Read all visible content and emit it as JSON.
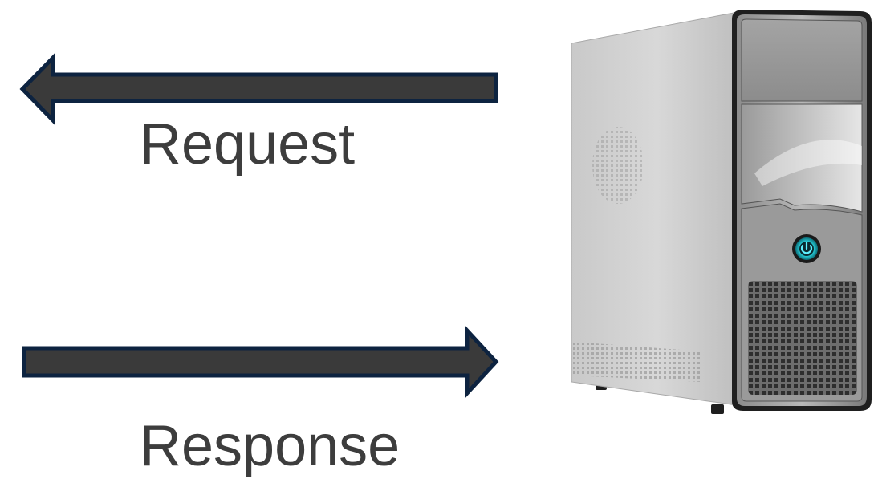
{
  "labels": {
    "request": "Request",
    "response": "Response"
  },
  "arrows": {
    "request": {
      "direction": "left",
      "icon": "arrow-left-icon"
    },
    "response": {
      "direction": "right",
      "icon": "arrow-right-icon"
    }
  },
  "server": {
    "icon": "server-tower-icon"
  },
  "colors": {
    "arrow_fill": "#3a3a3a",
    "arrow_stroke": "#0d2340",
    "text": "#3d3d3d",
    "power_glow": "#29d6e0"
  }
}
